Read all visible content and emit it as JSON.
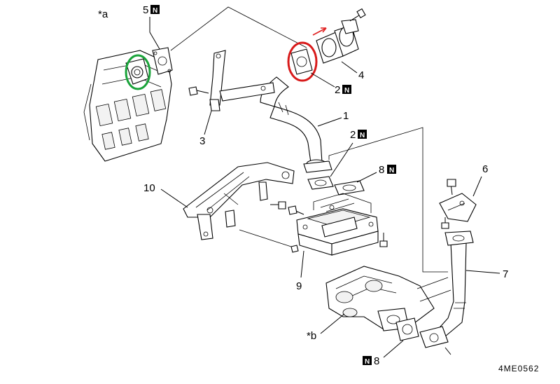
{
  "figure_code": "4ME0562",
  "callouts": {
    "a": "*a",
    "b": "*b",
    "c1": "1",
    "c2_upper": "2",
    "c2_mid": "2",
    "c3": "3",
    "c4": "4",
    "c5": "5",
    "c6": "6",
    "c7": "7",
    "c8_upper": "8",
    "c8_lower": "8",
    "c9": "9",
    "c10": "10"
  },
  "new_part_marker": "N",
  "highlight_colors": {
    "green_circle": "#1aa33a",
    "red_circle": "#d81a1a",
    "red_arrow": "#e02020"
  }
}
